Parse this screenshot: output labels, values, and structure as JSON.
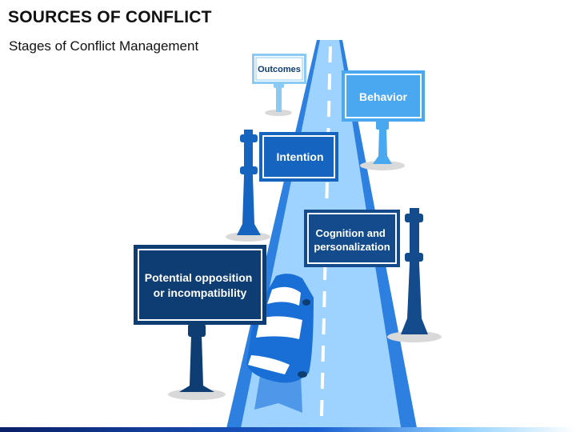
{
  "header": {
    "title": "SOURCES OF CONFLICT",
    "subtitle": "Stages of Conflict Management"
  },
  "stages": [
    {
      "label_lines": [
        "Potential opposition",
        "or incompatibility"
      ]
    },
    {
      "label_lines": [
        "Cognition and",
        "personalization"
      ]
    },
    {
      "label_lines": [
        "Intention"
      ]
    },
    {
      "label_lines": [
        "Behavior"
      ]
    },
    {
      "label_lines": [
        "Outcomes"
      ]
    }
  ],
  "colors": {
    "road": "#9ed2ff",
    "road_edge": "#2d7fe0",
    "sign_dark": "#0d3d73",
    "sign_mid": "#1565c0",
    "sign_light": "#4aa8f0",
    "sign_pale": "#8ccaf6",
    "car": "#1a6fd6"
  }
}
